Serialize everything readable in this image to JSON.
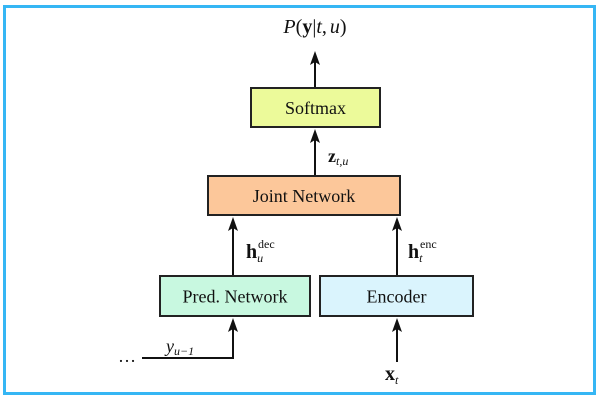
{
  "diagram": {
    "title": "RNN-Transducer architecture",
    "output_label": {
      "P": "P",
      "open": "(",
      "y": "y",
      "bar": "|",
      "t": "t",
      "comma": ",",
      "u": "u",
      "close": ")"
    },
    "z_label": {
      "base": "z",
      "sub": "t,u"
    },
    "hdec_label": {
      "base": "h",
      "sub": "u",
      "sup": "dec"
    },
    "henc_label": {
      "base": "h",
      "sub": "t",
      "sup": "enc"
    },
    "y_prev_label": {
      "base": "y",
      "sub": "u−1"
    },
    "x_label": {
      "base": "x",
      "sub": "t"
    },
    "ellipsis": "…",
    "boxes": {
      "softmax": {
        "label": "Softmax",
        "color": "#ecfa9a"
      },
      "joint": {
        "label": "Joint Network",
        "color": "#fcc79a"
      },
      "pred": {
        "label": "Pred. Network",
        "color": "#c8f8e0"
      },
      "encoder": {
        "label": "Encoder",
        "color": "#daf4fd"
      }
    },
    "frame_color": "#35b6f4"
  }
}
